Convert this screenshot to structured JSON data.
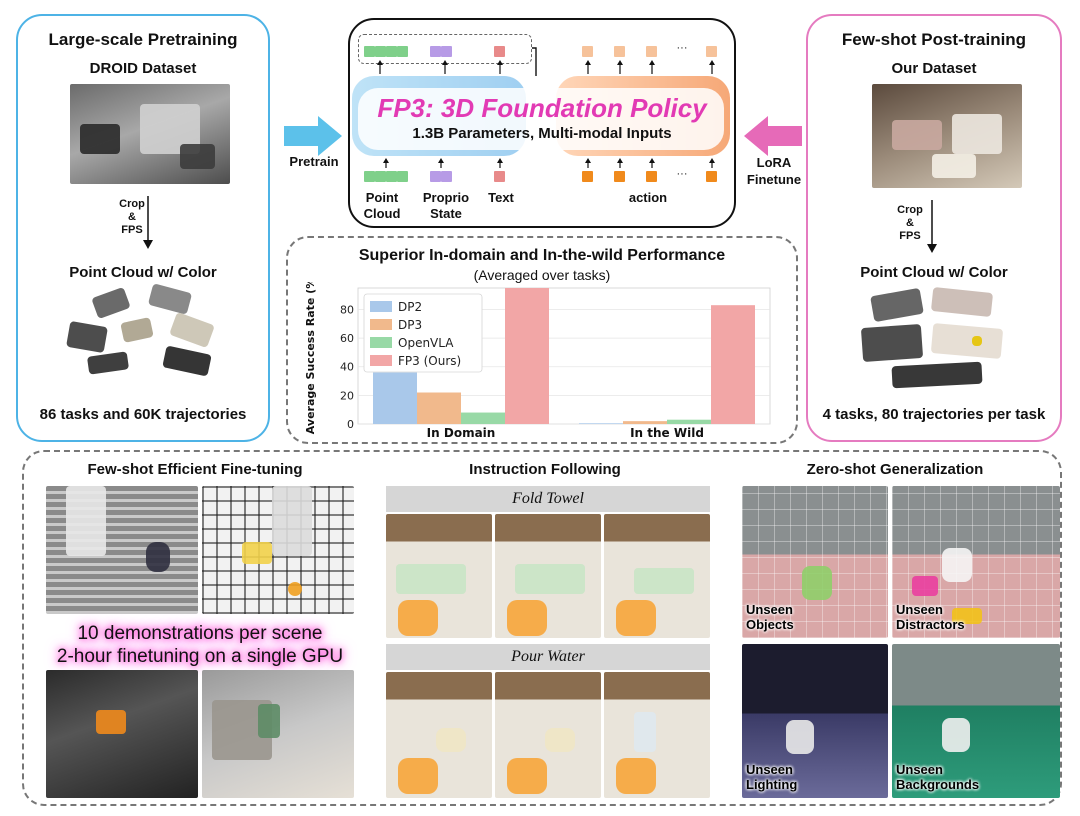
{
  "left_panel": {
    "title": "Large-scale Pretraining",
    "dataset": "DROID Dataset",
    "process": [
      "Crop",
      "&",
      "FPS"
    ],
    "cloud_title": "Point Cloud w/ Color",
    "footer": "86 tasks and 60K trajectories"
  },
  "right_panel": {
    "title": "Few-shot Post-training",
    "dataset": "Our Dataset",
    "process": [
      "Crop",
      "&",
      "FPS"
    ],
    "cloud_title": "Point Cloud w/ Color",
    "footer": "4 tasks, 80 trajectories per task"
  },
  "arrows": {
    "pretrain": "Pretrain",
    "finetune": [
      "LoRA",
      "Finetune"
    ]
  },
  "model": {
    "name": "FP3: 3D Foundation Policy",
    "subtitle": "1.3B Parameters, Multi-modal Inputs",
    "inputs": [
      {
        "label": "Point\nCloud",
        "color": "#7fd08a",
        "count": 4
      },
      {
        "label": "Proprio\nState",
        "color": "#b79be6",
        "count": 2
      },
      {
        "label": "Text",
        "color": "#e88a8a",
        "count": 1
      }
    ],
    "action_label": "action",
    "ellipsis": "···",
    "action_in_color": "#f08a1c",
    "action_out_color": "#f6c29a"
  },
  "chart_data": {
    "type": "bar",
    "title": "Superior In-domain and In-the-wild Performance",
    "subtitle": "(Averaged over tasks)",
    "ylabel": "Average Success Rate (%",
    "categories": [
      "In Domain",
      "In the Wild"
    ],
    "ylim": [
      0,
      95
    ],
    "yticks": [
      0,
      20,
      40,
      60,
      80
    ],
    "series": [
      {
        "name": "DP2",
        "color": "#a9c8ea",
        "values": [
          36,
          0.5
        ]
      },
      {
        "name": "DP3",
        "color": "#f1b98c",
        "values": [
          22,
          2
        ]
      },
      {
        "name": "OpenVLA",
        "color": "#98d9a6",
        "values": [
          8,
          3
        ]
      },
      {
        "name": "FP3 (Ours)",
        "color": "#f2a6a6",
        "values": [
          95,
          83
        ]
      }
    ],
    "legend_position": "top-left",
    "grid": true
  },
  "bottom": {
    "sections": [
      {
        "title": "Few-shot Efficient Fine-tuning"
      },
      {
        "title": "Instruction Following"
      },
      {
        "title": "Zero-shot Generalization"
      }
    ],
    "glow_text": [
      "10 demonstrations per scene",
      "2-hour finetuning on a single GPU"
    ],
    "instruction_bands": [
      "Fold Towel",
      "Pour Water"
    ],
    "zero_shot_labels": [
      [
        "Unseen",
        "Objects"
      ],
      [
        "Unseen",
        "Distractors"
      ],
      [
        "Unseen",
        "Lighting"
      ],
      [
        "Unseen",
        "Backgrounds"
      ]
    ]
  }
}
